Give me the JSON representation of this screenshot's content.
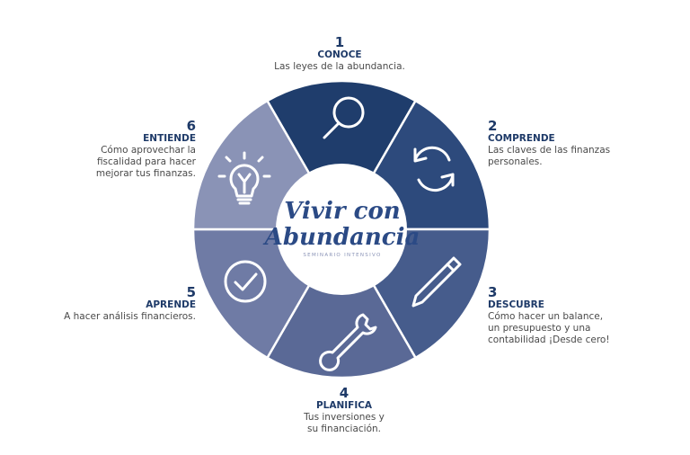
{
  "center": {
    "title_line1": "Vivir con",
    "title_line2": "Abundancia",
    "subtitle": "SEMINARIO INTENSIVO"
  },
  "steps": [
    {
      "number": "1",
      "title": "CONOCE",
      "description": [
        "Las leyes de la abundancia."
      ],
      "icon": "magnifier-icon",
      "color": "#1f3d6c"
    },
    {
      "number": "2",
      "title": "COMPRENDE",
      "description": [
        "Las claves de las finanzas",
        "personales."
      ],
      "icon": "refresh-icon",
      "color": "#2d4a7c"
    },
    {
      "number": "3",
      "title": "DESCUBRE",
      "description": [
        "Cómo hacer un balance,",
        "un presupuesto y una",
        "contabilidad ¡Desde cero!"
      ],
      "icon": "pencil-icon",
      "color": "#465c8c"
    },
    {
      "number": "4",
      "title": "PLANIFICA",
      "description": [
        "Tus inversiones y",
        "su financiación."
      ],
      "icon": "wrench-icon",
      "color": "#5a6996"
    },
    {
      "number": "5",
      "title": "APRENDE",
      "description": [
        "A hacer análisis financieros."
      ],
      "icon": "checkmark-circle-icon",
      "color": "#6f7ba5"
    },
    {
      "number": "6",
      "title": "ENTIENDE",
      "description": [
        "Cómo aprovechar la",
        "fiscalidad para hacer",
        "mejorar tus finanzas."
      ],
      "icon": "lightbulb-icon",
      "color": "#8a93b6"
    }
  ]
}
